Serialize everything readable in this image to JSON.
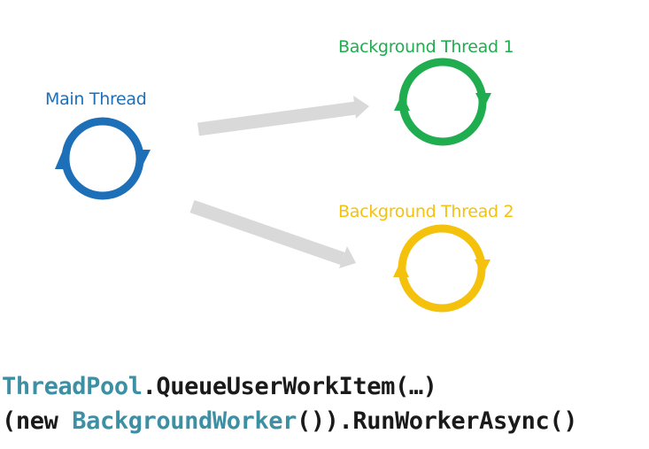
{
  "nodes": [
    {
      "id": "main",
      "label": "Main Thread",
      "color": "#1d6fb8"
    },
    {
      "id": "bg1",
      "label": "Background Thread 1",
      "color": "#1fad4f"
    },
    {
      "id": "bg2",
      "label": "Background Thread 2",
      "color": "#f4c20d"
    }
  ],
  "arrow_color": "#d9d9d9",
  "code": {
    "line1": {
      "type": "ThreadPool",
      "rest": ".QueueUserWorkItem(…)"
    },
    "line2": {
      "prefix": "(new ",
      "type": "BackgroundWorker",
      "rest": "()).RunWorkerAsync()"
    }
  },
  "code_type_color": "#3d8fa3"
}
